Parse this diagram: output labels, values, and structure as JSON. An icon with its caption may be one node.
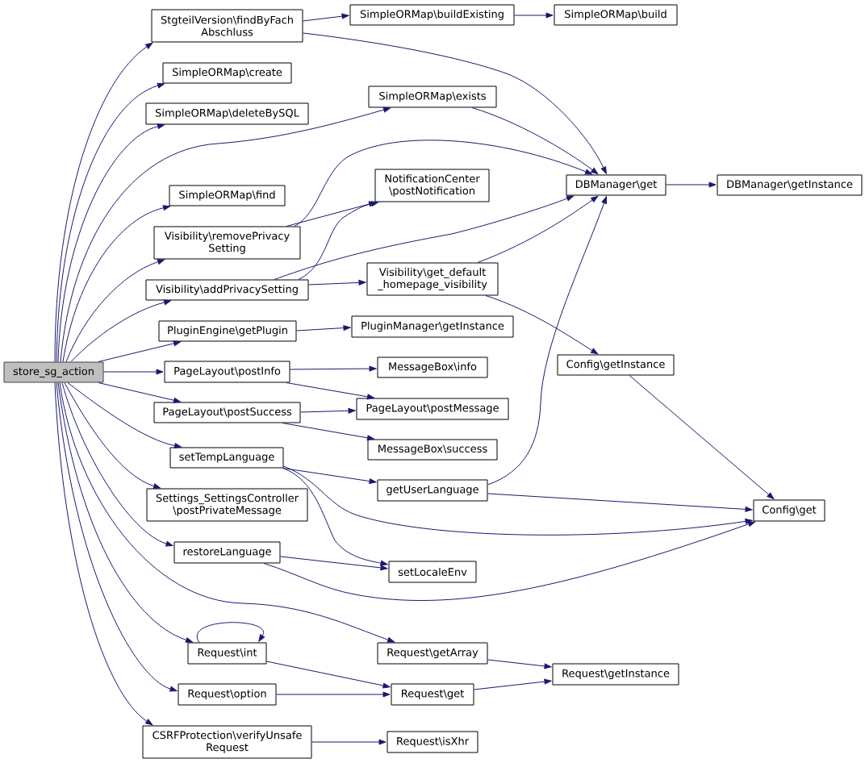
{
  "diagram": {
    "nodes": [
      {
        "text": [
          "store_sg_action"
        ]
      },
      {
        "text": [
          "StgteilVersion\\findByFach Abschluss"
        ]
      },
      {
        "text": [
          "SimpleORMap\\create"
        ]
      },
      {
        "text": [
          "SimpleORMap\\deleteBySQL"
        ]
      },
      {
        "text": [
          "SimpleORMap\\find"
        ]
      },
      {
        "text": [
          "Visibility\\removePrivacy Setting"
        ]
      },
      {
        "text": [
          "Visibility\\addPrivacySetting"
        ]
      },
      {
        "text": [
          "PluginEngine\\getPlugin"
        ]
      },
      {
        "text": [
          "PageLayout\\postInfo"
        ]
      },
      {
        "text": [
          "PageLayout\\postSuccess"
        ]
      },
      {
        "text": [
          "setTempLanguage"
        ]
      },
      {
        "text": [
          "Settings_SettingsController \\postPrivateMessage"
        ]
      },
      {
        "text": [
          "restoreLanguage"
        ]
      },
      {
        "text": [
          "Request\\int"
        ]
      },
      {
        "text": [
          "Request\\option"
        ]
      },
      {
        "text": [
          "CSRFProtection\\verifyUnsafe Request"
        ]
      },
      {
        "text": [
          "SimpleORMap\\buildExisting"
        ]
      },
      {
        "text": [
          "SimpleORMap\\exists"
        ]
      },
      {
        "text": [
          "NotificationCenter \\postNotification"
        ]
      },
      {
        "text": [
          "Visibility\\get_default _homepage_visibility"
        ]
      },
      {
        "text": [
          "PluginManager\\getInstance"
        ]
      },
      {
        "text": [
          "MessageBox\\info"
        ]
      },
      {
        "text": [
          "PageLayout\\postMessage"
        ]
      },
      {
        "text": [
          "MessageBox\\success"
        ]
      },
      {
        "text": [
          "getUserLanguage"
        ]
      },
      {
        "text": [
          "setLocaleEnv"
        ]
      },
      {
        "text": [
          "Request\\getArray"
        ]
      },
      {
        "text": [
          "Request\\get"
        ]
      },
      {
        "text": [
          "Request\\isXhr"
        ]
      },
      {
        "text": [
          "SimpleORMap\\build"
        ]
      },
      {
        "text": [
          "DBManager\\get"
        ]
      },
      {
        "text": [
          "Config\\getInstance"
        ]
      },
      {
        "text": [
          "Request\\getInstance"
        ]
      },
      {
        "text": [
          "DBManager\\getInstance"
        ]
      },
      {
        "text": [
          "Config\\get"
        ]
      }
    ],
    "edges": [
      {
        "from": 0,
        "to": 1,
        "arrow": "to"
      },
      {
        "from": 0,
        "to": 2,
        "arrow": "to"
      },
      {
        "from": 0,
        "to": 3,
        "arrow": "to"
      },
      {
        "from": 0,
        "to": 17,
        "arrow": "to"
      },
      {
        "from": 0,
        "to": 4,
        "arrow": "to"
      },
      {
        "from": 0,
        "to": 5,
        "arrow": "to"
      },
      {
        "from": 0,
        "to": 6,
        "arrow": "to"
      },
      {
        "from": 0,
        "to": 7,
        "arrow": "to"
      },
      {
        "from": 0,
        "to": 8,
        "arrow": "to"
      },
      {
        "from": 0,
        "to": 9,
        "arrow": "to"
      },
      {
        "from": 0,
        "to": 10,
        "arrow": "to"
      },
      {
        "from": 0,
        "to": 11,
        "arrow": "to"
      },
      {
        "from": 0,
        "to": 12,
        "arrow": "to"
      },
      {
        "from": 0,
        "to": 26,
        "arrow": "to"
      },
      {
        "from": 0,
        "to": 13,
        "arrow": "to"
      },
      {
        "from": 0,
        "to": 14,
        "arrow": "to"
      },
      {
        "from": 0,
        "to": 15,
        "arrow": "to"
      },
      {
        "from": 1,
        "to": 16,
        "arrow": "to"
      },
      {
        "from": 1,
        "to": 30,
        "arrow": "to"
      },
      {
        "from": 16,
        "to": 29,
        "arrow": "to"
      },
      {
        "from": 17,
        "to": 30,
        "arrow": "to"
      },
      {
        "from": 5,
        "to": 30,
        "arrow": "to"
      },
      {
        "from": 5,
        "to": 18,
        "arrow": "to"
      },
      {
        "from": 6,
        "to": 18,
        "arrow": "to"
      },
      {
        "from": 6,
        "to": 30,
        "arrow": "to"
      },
      {
        "from": 6,
        "to": 19,
        "arrow": "to"
      },
      {
        "from": 19,
        "to": 30,
        "arrow": "to"
      },
      {
        "from": 19,
        "to": 31,
        "arrow": "to"
      },
      {
        "from": 7,
        "to": 20,
        "arrow": "to"
      },
      {
        "from": 8,
        "to": 21,
        "arrow": "to"
      },
      {
        "from": 8,
        "to": 22,
        "arrow": "to"
      },
      {
        "from": 9,
        "to": 22,
        "arrow": "to"
      },
      {
        "from": 9,
        "to": 23,
        "arrow": "to"
      },
      {
        "from": 10,
        "to": 24,
        "arrow": "to"
      },
      {
        "from": 10,
        "to": 34,
        "arrow": "to"
      },
      {
        "from": 10,
        "to": 25,
        "arrow": "to"
      },
      {
        "from": 24,
        "to": 30,
        "arrow": "to"
      },
      {
        "from": 24,
        "to": 34,
        "arrow": "to"
      },
      {
        "from": 31,
        "to": 34,
        "arrow": "to"
      },
      {
        "from": 12,
        "to": 25,
        "arrow": "to"
      },
      {
        "from": 12,
        "to": 34,
        "arrow": "to"
      },
      {
        "from": 13,
        "to": 13,
        "arrow": "to"
      },
      {
        "from": 13,
        "to": 27,
        "arrow": "to"
      },
      {
        "from": 14,
        "to": 27,
        "arrow": "to"
      },
      {
        "from": 26,
        "to": 32,
        "arrow": "to"
      },
      {
        "from": 27,
        "to": 32,
        "arrow": "to"
      },
      {
        "from": 15,
        "to": 28,
        "arrow": "to"
      },
      {
        "from": 30,
        "to": 33,
        "arrow": "to"
      }
    ]
  }
}
